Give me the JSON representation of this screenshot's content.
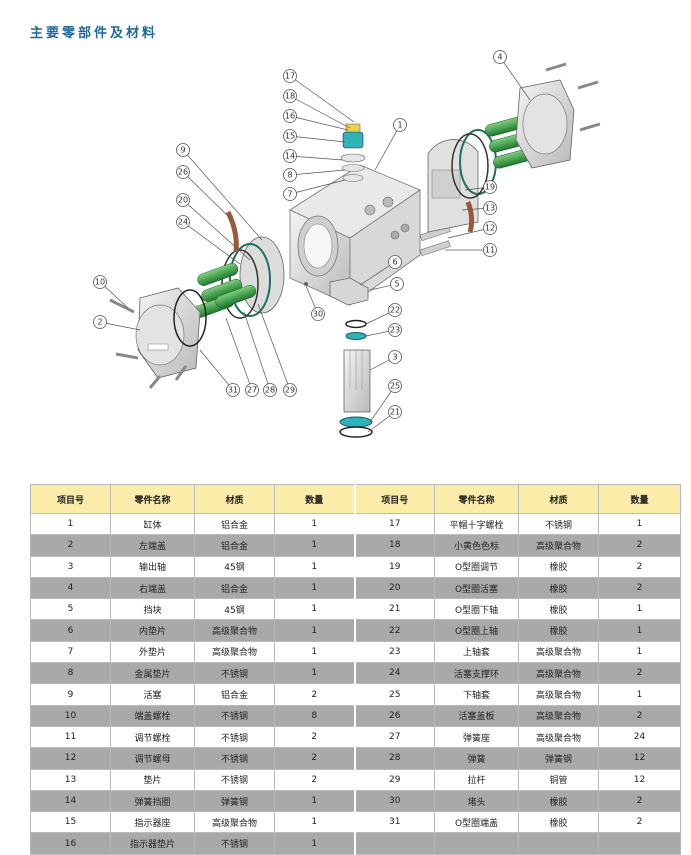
{
  "page": {
    "title": "主要零部件及材料"
  },
  "callouts": [
    "1",
    "2",
    "3",
    "4",
    "5",
    "6",
    "7",
    "8",
    "9",
    "10",
    "11",
    "12",
    "13",
    "14",
    "15",
    "16",
    "17",
    "18",
    "19",
    "20",
    "21",
    "22",
    "23",
    "24",
    "25",
    "26",
    "27",
    "28",
    "29",
    "30",
    "31"
  ],
  "table": {
    "headers": [
      "项目号",
      "零件名称",
      "材质",
      "数量",
      "项目号",
      "零件名称",
      "材质",
      "数量"
    ],
    "rows": [
      [
        "1",
        "缸体",
        "铝合金",
        "1",
        "17",
        "平帽十字螺栓",
        "不锈钢",
        "1"
      ],
      [
        "2",
        "左端盖",
        "铝合金",
        "1",
        "18",
        "小黄色色标",
        "高级聚合物",
        "2"
      ],
      [
        "3",
        "输出轴",
        "45钢",
        "1",
        "19",
        "O型圈调节",
        "橡胶",
        "2"
      ],
      [
        "4",
        "右端盖",
        "铝合金",
        "1",
        "20",
        "O型圈活塞",
        "橡胶",
        "2"
      ],
      [
        "5",
        "挡块",
        "45钢",
        "1",
        "21",
        "O型圈下轴",
        "橡胶",
        "1"
      ],
      [
        "6",
        "内垫片",
        "高级聚合物",
        "1",
        "22",
        "O型圈上轴",
        "橡胶",
        "1"
      ],
      [
        "7",
        "外垫片",
        "高级聚合物",
        "1",
        "23",
        "上轴套",
        "高级聚合物",
        "1"
      ],
      [
        "8",
        "金属垫片",
        "不锈钢",
        "1",
        "24",
        "活塞支撑环",
        "高级聚合物",
        "2"
      ],
      [
        "9",
        "活塞",
        "铝合金",
        "2",
        "25",
        "下轴套",
        "高级聚合物",
        "1"
      ],
      [
        "10",
        "端盖螺栓",
        "不锈钢",
        "8",
        "26",
        "活塞盖板",
        "高级聚合物",
        "2"
      ],
      [
        "11",
        "调节螺栓",
        "不锈钢",
        "2",
        "27",
        "弹簧座",
        "高级聚合物",
        "24"
      ],
      [
        "12",
        "调节螺母",
        "不锈钢",
        "2",
        "28",
        "弹簧",
        "弹簧钢",
        "12"
      ],
      [
        "13",
        "垫片",
        "不锈钢",
        "2",
        "29",
        "拉杆",
        "铜管",
        "12"
      ],
      [
        "14",
        "弹簧挡圈",
        "弹簧钢",
        "1",
        "30",
        "堵头",
        "橡胶",
        "2"
      ],
      [
        "15",
        "指示器座",
        "高级聚合物",
        "1",
        "31",
        "O型圈端盖",
        "橡胶",
        "2"
      ],
      [
        "16",
        "指示器垫片",
        "不锈钢",
        "1",
        "",
        "",
        "",
        ""
      ]
    ]
  },
  "colors": {
    "title": "#1e6aa0",
    "header_bg": "#fbecaa",
    "row_dark": "#a9a9a9",
    "spring": "#3aa84a",
    "indicator": "#2db3b8"
  }
}
